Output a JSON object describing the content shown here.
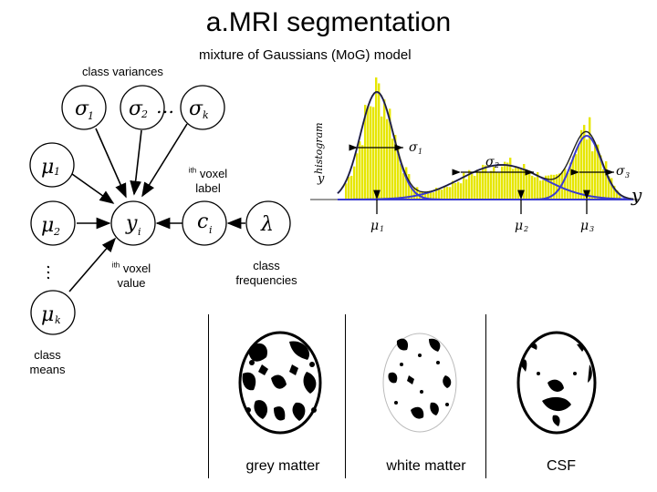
{
  "title": "a.MRI segmentation",
  "subtitle": "mixture of Gaussians (MoG) model",
  "labels": {
    "class_variances": "class variances",
    "voxel_label_sup": "i",
    "voxel_label_sup_th": "th",
    "voxel_label_text": " voxel",
    "voxel_label_line2": "label",
    "voxel_value_sup": "i",
    "voxel_value_sup_th": "th",
    "voxel_value_text": " voxel",
    "voxel_value_line2": "value",
    "class_frequencies_line1": "class",
    "class_frequencies_line2": "frequencies",
    "class_means_line1": "class",
    "class_means_line2": "means",
    "ellipsis": "…"
  },
  "nodes": {
    "sigma1": "σ",
    "sigma1_sub": "1",
    "sigma2": "σ",
    "sigma2_sub": "2",
    "sigmak": "σ",
    "sigmak_sub": "k",
    "mu1": "μ",
    "mu1_sub": "1",
    "mu2": "μ",
    "mu2_sub": "2",
    "muk": "μ",
    "muk_sub": "k",
    "yi": "y",
    "yi_sub": "i",
    "ci": "c",
    "ci_sub": "i",
    "lambda": "λ"
  },
  "histogram": {
    "axis_label_y": "y",
    "axis_label_hist": "histogram",
    "x_label": "y",
    "sigma1": "σ",
    "sigma1_sub": "1",
    "sigma2": "σ",
    "sigma2_sub": "2",
    "sigma3": "σ",
    "sigma3_sub": "3",
    "mu1": "μ",
    "mu1_sub": "1",
    "mu2": "μ",
    "mu2_sub": "2",
    "mu3": "μ",
    "mu3_sub": "3",
    "bar_color": "#e6e600",
    "curve_color": "#3a3ad0"
  },
  "captions": {
    "grey": "grey matter",
    "white": "white matter",
    "csf": "CSF"
  }
}
